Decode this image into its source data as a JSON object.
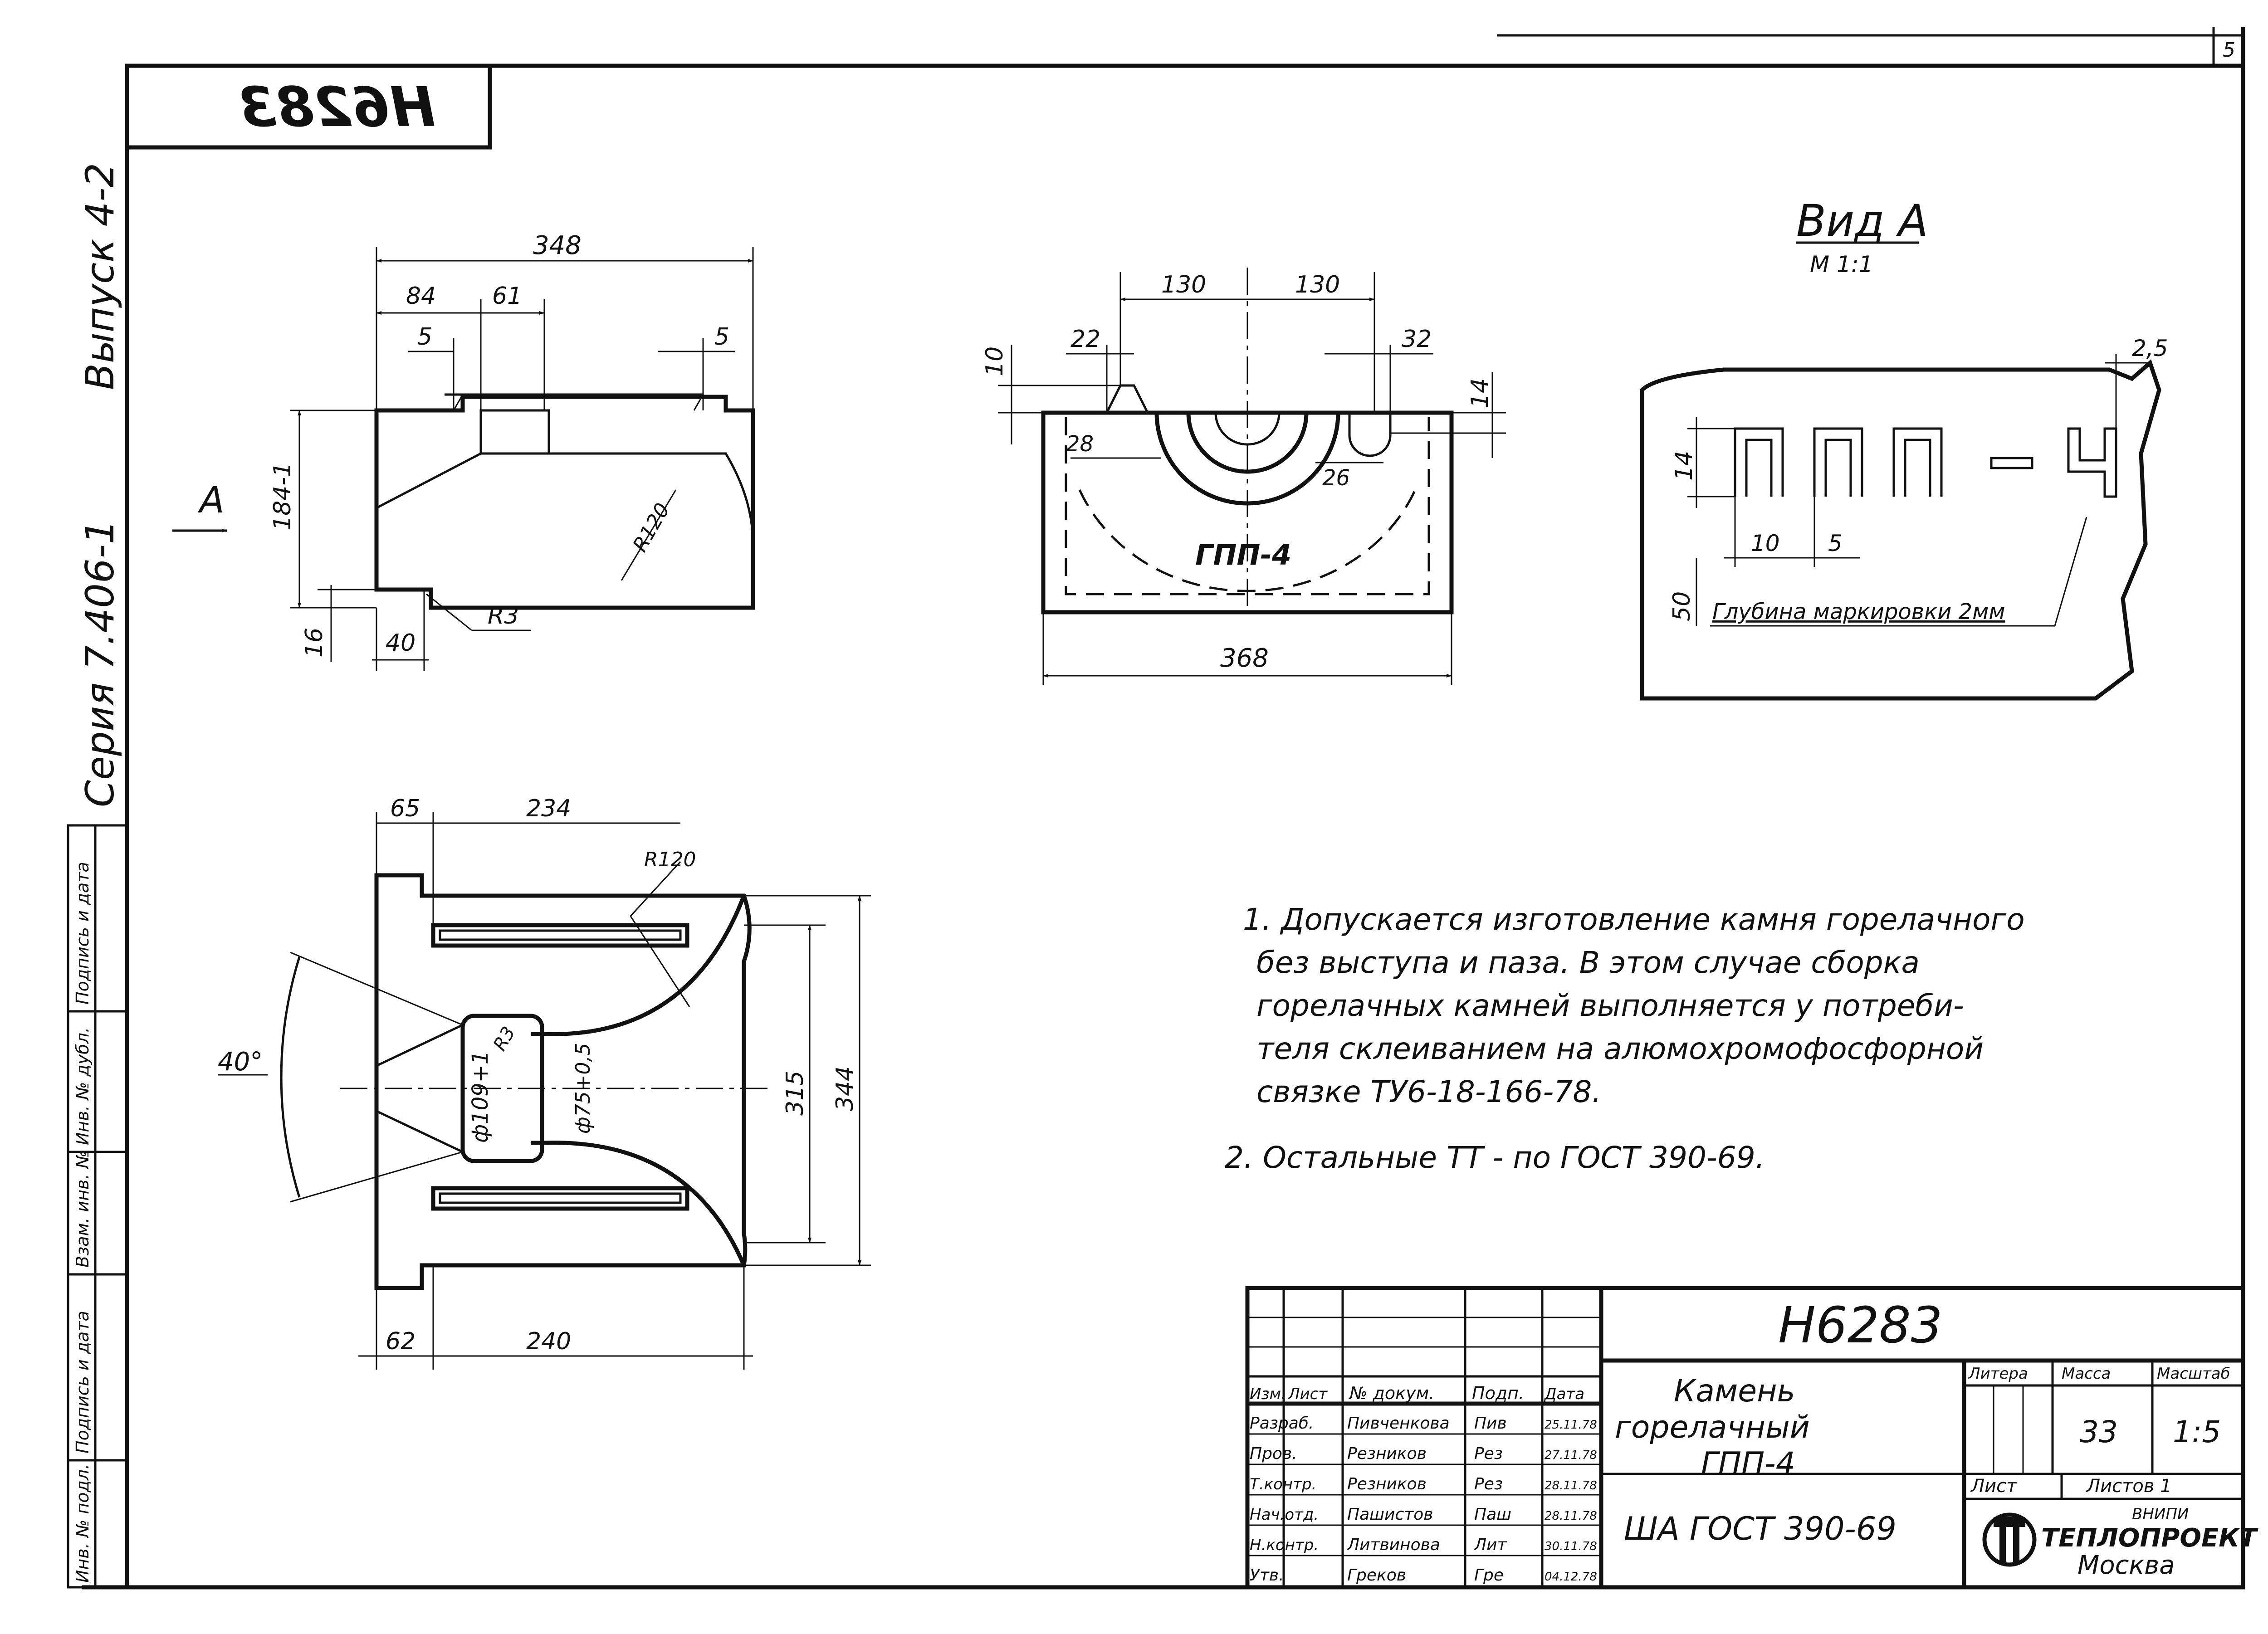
{
  "stamp": {
    "code_mirrored": "Н6283"
  },
  "side_text": {
    "vypusk": "Выпуск 4-2",
    "seria": "Серия 7.406-1",
    "box_labels": [
      "Инв. № подл.",
      "Подпись и дата",
      "Взам. инв. №",
      "Инв. № дубл.",
      "Подпись и дата"
    ]
  },
  "corner": {
    "sheet_no": "5"
  },
  "view_a_title": "Вид А",
  "view_a_scale": "М 1:1",
  "view_a_arrow": "А",
  "marking_text": "ГПП-4",
  "view_a_marking": [
    "П",
    "П",
    "П",
    "-",
    "4"
  ],
  "depth_note": "Глубина маркировки 2мм",
  "dims": {
    "v1": {
      "w348": "348",
      "d84": "84",
      "d61": "61",
      "d5a": "5",
      "d5b": "5",
      "h184": "184-1",
      "d16": "16",
      "d40": "40",
      "r3": "R3",
      "r120": "R120"
    },
    "v2": {
      "d130a": "130",
      "d130b": "130",
      "d22": "22",
      "d32": "32",
      "d10": "10",
      "d14": "14",
      "d28": "28",
      "d26": "26",
      "w368": "368"
    },
    "v3": {
      "d65": "65",
      "d234": "234",
      "r120": "R120",
      "ang40": "40°",
      "dia109": "ф109+1",
      "r3": "R3",
      "dia75": "ф75+0,5",
      "d315": "315",
      "d344": "344",
      "d62": "62",
      "d240": "240"
    },
    "va": {
      "d25": "2,5",
      "d14": "14",
      "d10": "10",
      "d5": "5",
      "d50": "50"
    }
  },
  "notes": [
    "1. Допускается изготовление камня горелачного",
    "без выступа и паза. В этом случае сборка",
    "горелачных камней выполняется у потреби-",
    "теля склеиванием на алюмохромофосфорной",
    "связке ТУ6-18-166-78.",
    "2. Остальные ТТ - по ГОСТ 390-69."
  ],
  "title_block": {
    "code": "Н6283",
    "name_lines": [
      "Камень",
      "горелачный",
      "ГПП-4"
    ],
    "material": "ША ГОСТ 390-69",
    "col_headers": [
      "Изм.",
      "Лист",
      "№ докум.",
      "Подп.",
      "Дата"
    ],
    "rows": [
      {
        "role": "Разраб.",
        "name": "Пивченкова",
        "sign": "Пив",
        "date": "25.11.78"
      },
      {
        "role": "Пров.",
        "name": "Резников",
        "sign": "Рез",
        "date": "27.11.78"
      },
      {
        "role": "Т.контр.",
        "name": "Резников",
        "sign": "Рез",
        "date": "28.11.78"
      },
      {
        "role": "Нач.отд.",
        "name": "Пашистов",
        "sign": "Паш",
        "date": "28.11.78"
      },
      {
        "role": "Н.контр.",
        "name": "Литвинова",
        "sign": "Лит",
        "date": "30.11.78"
      },
      {
        "role": "Утв.",
        "name": "Греков",
        "sign": "Гре",
        "date": "04.12.78"
      }
    ],
    "litera_label": "Литера",
    "massa_label": "Масса",
    "masshtab_label": "Масштаб",
    "massa": "33",
    "masshtab": "1:5",
    "list_label": "Лист",
    "listov_label": "Листов 1",
    "org_top": "ВНИПИ",
    "org": "ТЕПЛОПРОЕКТ",
    "city": "Москва"
  }
}
